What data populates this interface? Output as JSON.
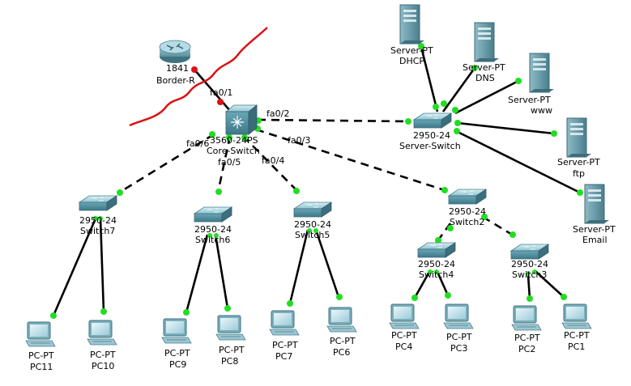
{
  "devices": {
    "router": {
      "model": "1841",
      "name": "Border-R"
    },
    "core": {
      "model": "3560-24PS",
      "name": "Core-Switch"
    },
    "server_switch": {
      "model": "2950-24",
      "name": "Server-Switch"
    },
    "switch2": {
      "model": "2950-24",
      "name": "Switch2"
    },
    "switch3": {
      "model": "2950-24",
      "name": "Switch3"
    },
    "switch4": {
      "model": "2950-24",
      "name": "Switch4"
    },
    "switch5": {
      "model": "2950-24",
      "name": "Switch5"
    },
    "switch6": {
      "model": "2950-24",
      "name": "Switch6"
    },
    "switch7": {
      "model": "2950-24",
      "name": "Switch7"
    },
    "dhcp": {
      "model": "Server-PT",
      "name": "DHCP"
    },
    "dns": {
      "model": "Server-PT",
      "name": "DNS"
    },
    "www": {
      "model": "Server-PT",
      "name": "www"
    },
    "ftp": {
      "model": "Server-PT",
      "name": "ftp"
    },
    "email": {
      "model": "Server-PT",
      "name": "Email"
    },
    "pc1": {
      "model": "PC-PT",
      "name": "PC1"
    },
    "pc2": {
      "model": "PC-PT",
      "name": "PC2"
    },
    "pc3": {
      "model": "PC-PT",
      "name": "PC3"
    },
    "pc4": {
      "model": "PC-PT",
      "name": "PC4"
    },
    "pc6": {
      "model": "PC-PT",
      "name": "PC6"
    },
    "pc7": {
      "model": "PC-PT",
      "name": "PC7"
    },
    "pc8": {
      "model": "PC-PT",
      "name": "PC8"
    },
    "pc9": {
      "model": "PC-PT",
      "name": "PC9"
    },
    "pc10": {
      "model": "PC-PT",
      "name": "PC10"
    },
    "pc11": {
      "model": "PC-PT",
      "name": "PC11"
    }
  },
  "ports": {
    "router_link": "fa0/1",
    "server_link": "fa0/2",
    "switch2_link": "fa0/3",
    "switch5_link": "fa0/4",
    "switch6_link": "fa0/5",
    "switch7_link": "fa0/6"
  },
  "colors": {
    "link_up": "#22dd22",
    "link_down": "#dd1111",
    "annotation": "#dd1111",
    "device": "#5f9fae"
  }
}
